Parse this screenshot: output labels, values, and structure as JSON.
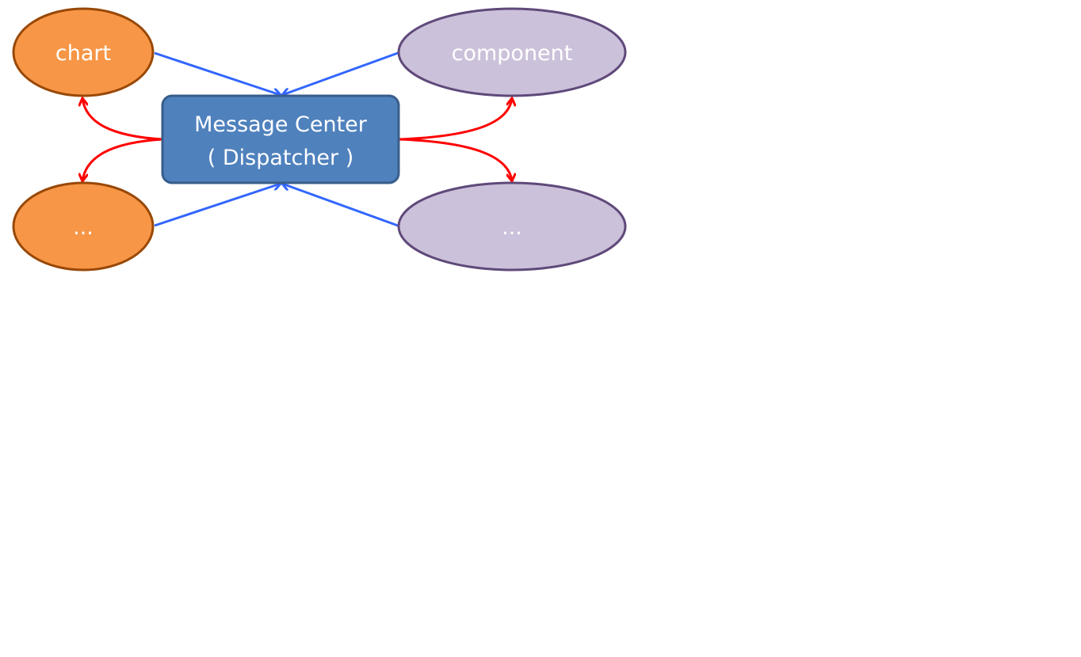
{
  "nodes": {
    "chart": {
      "label": "chart"
    },
    "chart_more": {
      "label": "..."
    },
    "component": {
      "label": "component"
    },
    "component_more": {
      "label": "..."
    }
  },
  "center": {
    "line1": "Message Center",
    "line2": "( Dispatcher )"
  },
  "colors": {
    "chart_fill": "#F79646",
    "chart_stroke": "#984807",
    "component_fill": "#CCC1DA",
    "component_stroke": "#5F497A",
    "center_fill": "#4F81BD",
    "center_stroke": "#385D8A",
    "incoming_arrow": "#3366FF",
    "outgoing_arrow": "#FF0000"
  }
}
